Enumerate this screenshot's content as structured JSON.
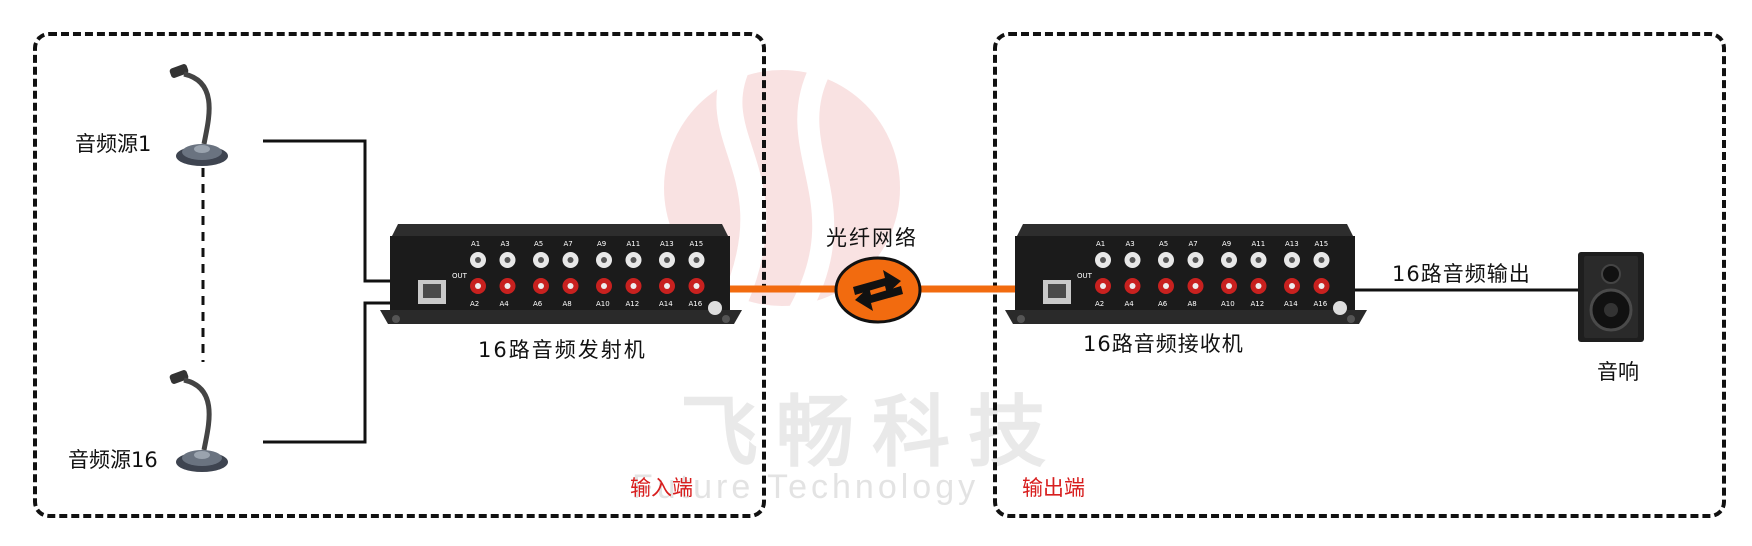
{
  "watermark": {
    "chinese": "飞畅科技",
    "english": "Future Technology"
  },
  "labels": {
    "source_1": "音频源1",
    "source_16": "音频源16",
    "transmitter": "16路音频发射机",
    "fiber_network": "光纤网络",
    "receiver": "16路音频接收机",
    "audio_output": "16路音频输出",
    "speaker": "音响",
    "input_end": "输入端",
    "output_end": "输出端"
  },
  "device_panel": {
    "out_label": "OUT",
    "top_ports": [
      "A1",
      "A3",
      "A5",
      "A7",
      "A9",
      "A11",
      "A13",
      "A15"
    ],
    "bottom_ports": [
      "A2",
      "A4",
      "A6",
      "A8",
      "A10",
      "A12",
      "A14",
      "A16"
    ]
  },
  "colors": {
    "fiber": "#f26b0f",
    "input_label": "#d81e1e",
    "output_label": "#d81e1e",
    "logo": "#e8a8a8"
  }
}
